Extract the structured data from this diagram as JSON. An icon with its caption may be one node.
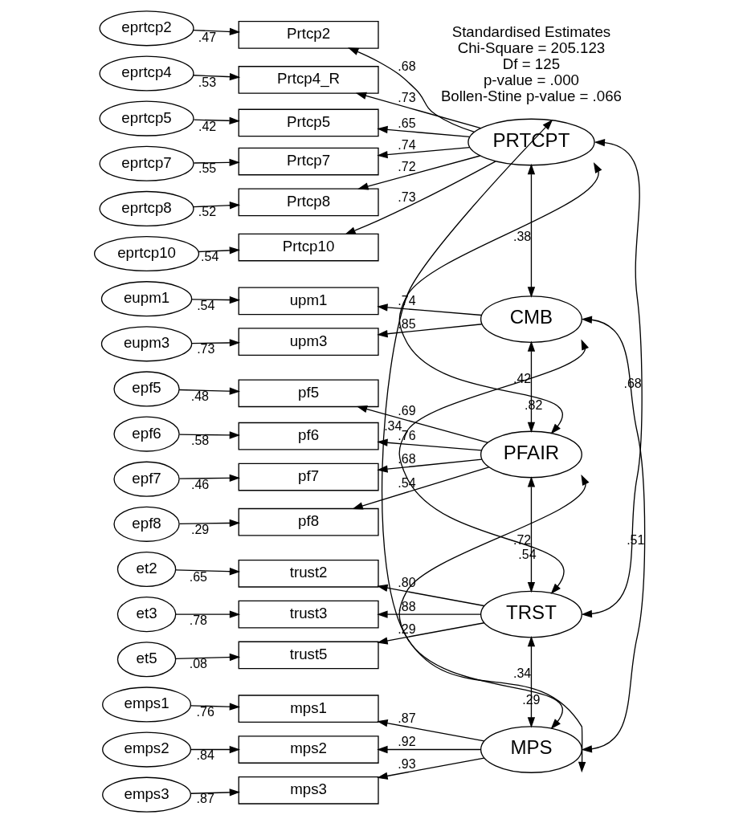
{
  "diagram": {
    "nodes": [
      {
        "text": [
          "eprtcp2"
        ]
      },
      {
        "text": [
          "Prtcp2"
        ]
      },
      {
        "text": [
          "eprtcp4"
        ]
      },
      {
        "text": [
          "Prtcp4_R"
        ]
      },
      {
        "text": [
          "eprtcp5"
        ]
      },
      {
        "text": [
          "Prtcp5"
        ]
      },
      {
        "text": [
          "eprtcp7"
        ]
      },
      {
        "text": [
          "Prtcp7"
        ]
      },
      {
        "text": [
          "eprtcp8"
        ]
      },
      {
        "text": [
          "Prtcp8"
        ]
      },
      {
        "text": [
          "eprtcp10"
        ]
      },
      {
        "text": [
          "Prtcp10"
        ]
      },
      {
        "text": [
          "eupm1"
        ]
      },
      {
        "text": [
          "upm1"
        ]
      },
      {
        "text": [
          "eupm3"
        ]
      },
      {
        "text": [
          "upm3"
        ]
      },
      {
        "text": [
          "epf5"
        ]
      },
      {
        "text": [
          "pf5"
        ]
      },
      {
        "text": [
          "epf6"
        ]
      },
      {
        "text": [
          "pf6"
        ]
      },
      {
        "text": [
          "epf7"
        ]
      },
      {
        "text": [
          "pf7"
        ]
      },
      {
        "text": [
          "epf8"
        ]
      },
      {
        "text": [
          "pf8"
        ]
      },
      {
        "text": [
          "et2"
        ]
      },
      {
        "text": [
          "trust2"
        ]
      },
      {
        "text": [
          "et3"
        ]
      },
      {
        "text": [
          "trust3"
        ]
      },
      {
        "text": [
          "et5"
        ]
      },
      {
        "text": [
          "trust5"
        ]
      },
      {
        "text": [
          "emps1"
        ]
      },
      {
        "text": [
          "mps1"
        ]
      },
      {
        "text": [
          "emps2"
        ]
      },
      {
        "text": [
          "mps2"
        ]
      },
      {
        "text": [
          "emps3"
        ]
      },
      {
        "text": [
          "mps3"
        ]
      },
      {
        "text": [
          "PRTCPT"
        ]
      },
      {
        "text": [
          "CMB"
        ]
      },
      {
        "text": [
          "PFAIR"
        ]
      },
      {
        "text": [
          "TRST"
        ]
      },
      {
        "text": [
          "MPS"
        ]
      }
    ],
    "edges": [
      {
        "from": 0,
        "to": 1,
        "arrow": "to",
        "label": ".47"
      },
      {
        "from": 2,
        "to": 3,
        "arrow": "to",
        "label": ".53"
      },
      {
        "from": 4,
        "to": 5,
        "arrow": "to",
        "label": ".42"
      },
      {
        "from": 6,
        "to": 7,
        "arrow": "to",
        "label": ".55"
      },
      {
        "from": 8,
        "to": 9,
        "arrow": "to",
        "label": ".52"
      },
      {
        "from": 10,
        "to": 11,
        "arrow": "to",
        "label": ".54"
      },
      {
        "from": 12,
        "to": 13,
        "arrow": "to",
        "label": ".54"
      },
      {
        "from": 14,
        "to": 15,
        "arrow": "to",
        "label": ".73"
      },
      {
        "from": 16,
        "to": 17,
        "arrow": "to",
        "label": ".48"
      },
      {
        "from": 18,
        "to": 19,
        "arrow": "to",
        "label": ".58"
      },
      {
        "from": 20,
        "to": 21,
        "arrow": "to",
        "label": ".46"
      },
      {
        "from": 22,
        "to": 23,
        "arrow": "to",
        "label": ".29"
      },
      {
        "from": 24,
        "to": 25,
        "arrow": "to",
        "label": ".65"
      },
      {
        "from": 26,
        "to": 27,
        "arrow": "to",
        "label": ".78"
      },
      {
        "from": 28,
        "to": 29,
        "arrow": "to",
        "label": ".08"
      },
      {
        "from": 30,
        "to": 31,
        "arrow": "to",
        "label": ".76"
      },
      {
        "from": 32,
        "to": 33,
        "arrow": "to",
        "label": ".84"
      },
      {
        "from": 34,
        "to": 35,
        "arrow": "to",
        "label": ".87"
      },
      {
        "from": 36,
        "to": 1,
        "arrow": "to",
        "label": ".68"
      },
      {
        "from": 36,
        "to": 3,
        "arrow": "to",
        "label": ".73"
      },
      {
        "from": 36,
        "to": 5,
        "arrow": "to",
        "label": ".65"
      },
      {
        "from": 36,
        "to": 7,
        "arrow": "to",
        "label": ".74"
      },
      {
        "from": 36,
        "to": 9,
        "arrow": "to",
        "label": ".72"
      },
      {
        "from": 36,
        "to": 11,
        "arrow": "to",
        "label": ".73"
      },
      {
        "from": 37,
        "to": 13,
        "arrow": "to",
        "label": ".74"
      },
      {
        "from": 37,
        "to": 15,
        "arrow": "to",
        "label": ".85"
      },
      {
        "from": 38,
        "to": 17,
        "arrow": "to",
        "label": ".69"
      },
      {
        "from": 38,
        "to": 19,
        "arrow": "to",
        "label": ".76"
      },
      {
        "from": 38,
        "to": 21,
        "arrow": "to",
        "label": ".68"
      },
      {
        "from": 38,
        "to": 23,
        "arrow": "to",
        "label": ".54"
      },
      {
        "from": 39,
        "to": 25,
        "arrow": "to",
        "label": ".80"
      },
      {
        "from": 39,
        "to": 27,
        "arrow": "to",
        "label": ".88"
      },
      {
        "from": 39,
        "to": 29,
        "arrow": "to",
        "label": ".29"
      },
      {
        "from": 40,
        "to": 31,
        "arrow": "to",
        "label": ".87"
      },
      {
        "from": 40,
        "to": 33,
        "arrow": "to",
        "label": ".92"
      },
      {
        "from": 40,
        "to": 35,
        "arrow": "to",
        "label": ".93"
      },
      {
        "from": 36,
        "to": 37,
        "arrow": "both",
        "label": ".38"
      },
      {
        "from": 36,
        "to": 38,
        "arrow": "both",
        "label": ".82"
      },
      {
        "from": 36,
        "to": 39,
        "arrow": "both",
        "label": ".68"
      },
      {
        "from": 36,
        "to": 40,
        "arrow": "both",
        "label": ".34"
      },
      {
        "from": 37,
        "to": 38,
        "arrow": "both",
        "label": ".42"
      },
      {
        "from": 37,
        "to": 39,
        "arrow": "both",
        "label": ".54"
      },
      {
        "from": 37,
        "to": 40,
        "arrow": "both",
        "label": ".51"
      },
      {
        "from": 38,
        "to": 39,
        "arrow": "both",
        "label": ".72"
      },
      {
        "from": 38,
        "to": 40,
        "arrow": "both",
        "label": ".29"
      },
      {
        "from": 39,
        "to": 40,
        "arrow": "both",
        "label": ".34"
      }
    ],
    "labels": [
      "Standardised Estimates",
      "Chi-Square = 205.123",
      "Df = 125",
      "p-value = .000",
      "Bollen-Stine p-value = .066"
    ]
  }
}
